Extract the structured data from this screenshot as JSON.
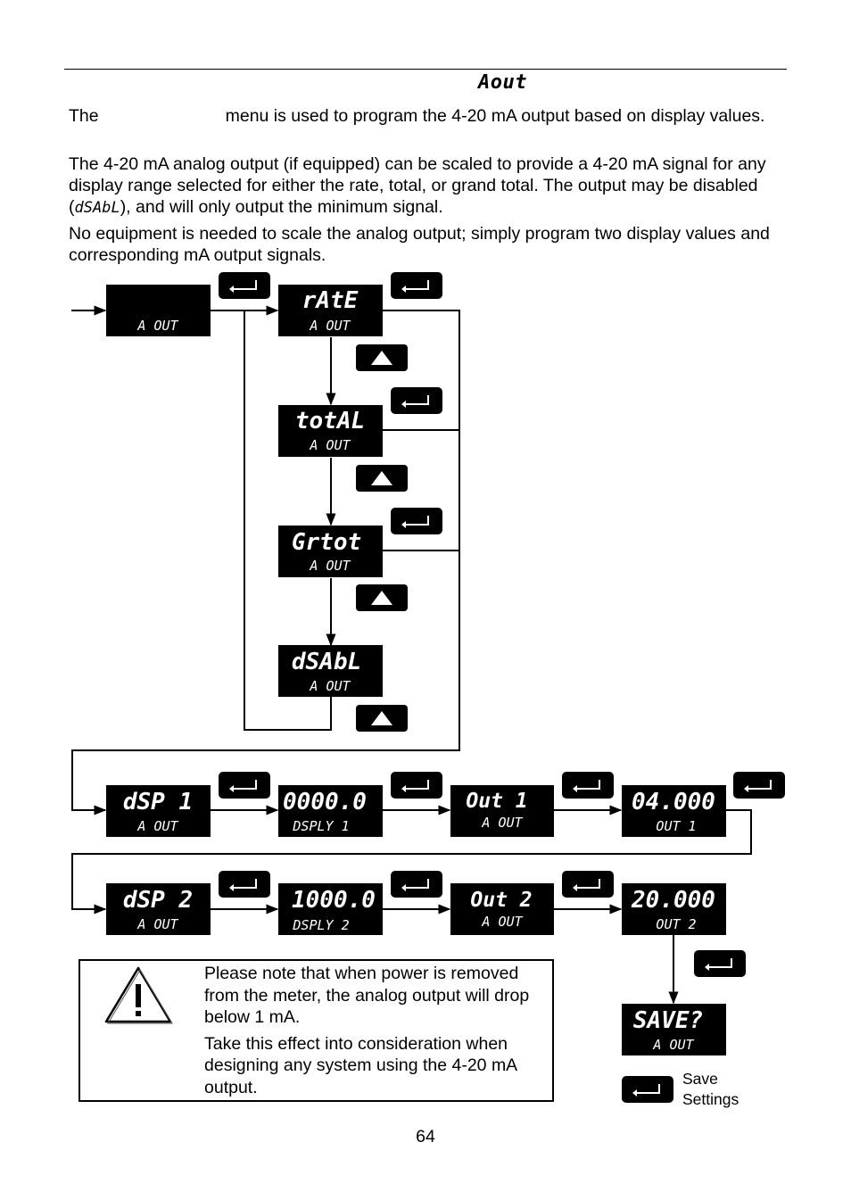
{
  "heading": "Aout",
  "paragraphs": {
    "p1_a": "The",
    "p1_b": "menu is used to program the 4-20 mA output based on display values.",
    "p2_a": "The 4-20 mA analog output (if equipped) can be scaled to provide a 4-20 mA signal for any display range selected for either the rate, total, or grand total. The output may be disabled (",
    "p2_code": "dSAbL",
    "p2_b": "), and will only output the minimum signal.",
    "p3": "No equipment is needed to scale the analog output; simply program two display values and corresponding mA output signals."
  },
  "displays": {
    "start": {
      "top": "",
      "bottom": "A OUT"
    },
    "rate": {
      "top": "rAtE",
      "bottom": "A OUT"
    },
    "total": {
      "top": "totAL",
      "bottom": "A OUT"
    },
    "grtot": {
      "top": "Grtot",
      "bottom": "A OUT"
    },
    "dsabl": {
      "top": "dSAbL",
      "bottom": "A OUT"
    },
    "dsp1": {
      "top": "dSP 1",
      "bottom": "A OUT"
    },
    "dsp1_val": {
      "top": "0000.0",
      "bottom": "DSPLY 1"
    },
    "out1": {
      "top": "Out 1",
      "bottom": "A OUT"
    },
    "out1_val": {
      "top": "04.000",
      "bottom": "OUT 1"
    },
    "dsp2": {
      "top": "dSP 2",
      "bottom": "A OUT"
    },
    "dsp2_val": {
      "top": "1000.0",
      "bottom": "DSPLY 2"
    },
    "out2": {
      "top": "Out 2",
      "bottom": "A OUT"
    },
    "out2_val": {
      "top": "20.000",
      "bottom": "OUT 2"
    },
    "save": {
      "top": "SAVE?",
      "bottom": "A OUT"
    }
  },
  "icons": {
    "enter": "enter-key-icon",
    "up": "up-arrow-key-icon",
    "warning": "warning-triangle-icon"
  },
  "note": {
    "line1": "Please note that when power is removed from the meter, the analog output will drop below 1 mA.",
    "line2": "Take this effect into consideration when designing any system using the 4-20 mA output."
  },
  "save_label": "Save Settings",
  "page_number": "64"
}
